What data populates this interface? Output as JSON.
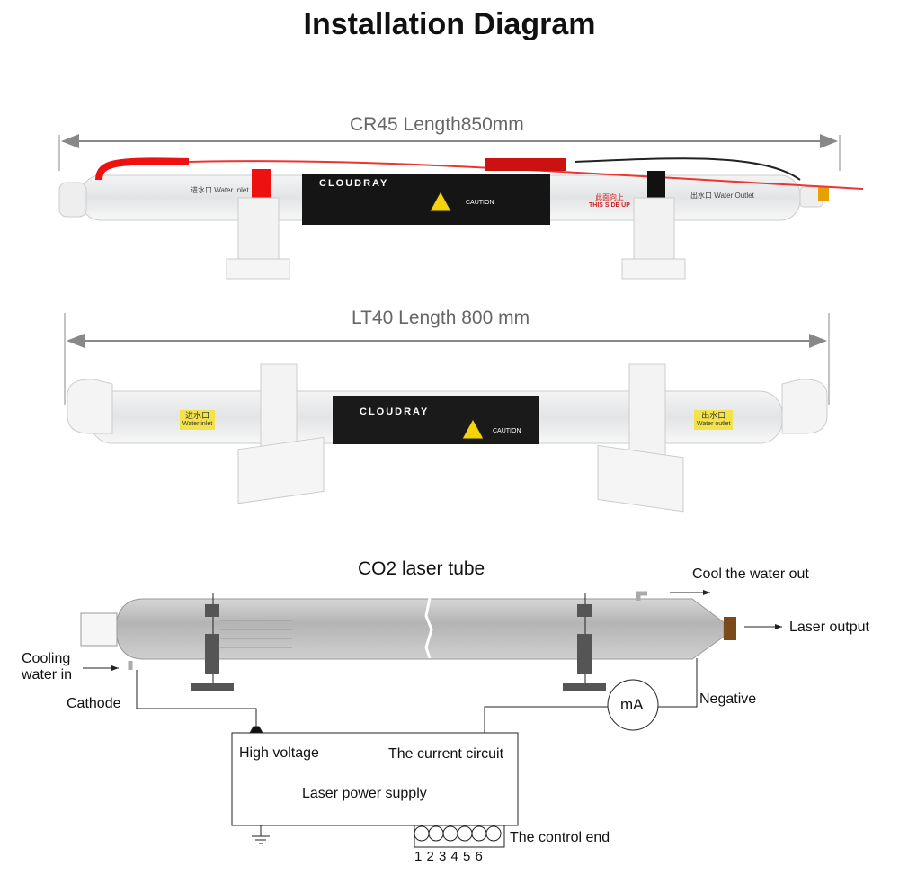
{
  "title": "Installation Diagram",
  "cr45": {
    "length_label": "CR45 Length850mm",
    "brand": "CLOUDRAY",
    "inlet": "进水口 Water Inlet",
    "outlet": "出水口 Water Outlet",
    "side_up_cn": "此面向上",
    "side_up_en": "THIS SIDE UP",
    "caution": "CAUTION"
  },
  "lt40": {
    "length_label": "LT40 Length 800 mm",
    "brand": "CLOUDRAY",
    "inlet_cn": "进水口",
    "inlet_en": "Water inlet",
    "outlet_cn": "出水口",
    "outlet_en": "Water outlet",
    "caution": "CAUTION"
  },
  "schematic": {
    "title": "CO2 laser tube",
    "cool_out": "Cool the water out",
    "laser_output": "Laser output",
    "cooling_in_1": "Cooling",
    "cooling_in_2": "water in",
    "cathode": "Cathode",
    "negative": "Negative",
    "meter": "mA",
    "high_voltage": "High voltage",
    "current_circuit": "The current circuit",
    "power_supply": "Laser power supply",
    "control_end": "The control end",
    "terminals": "1 2 3 4 5 6"
  }
}
